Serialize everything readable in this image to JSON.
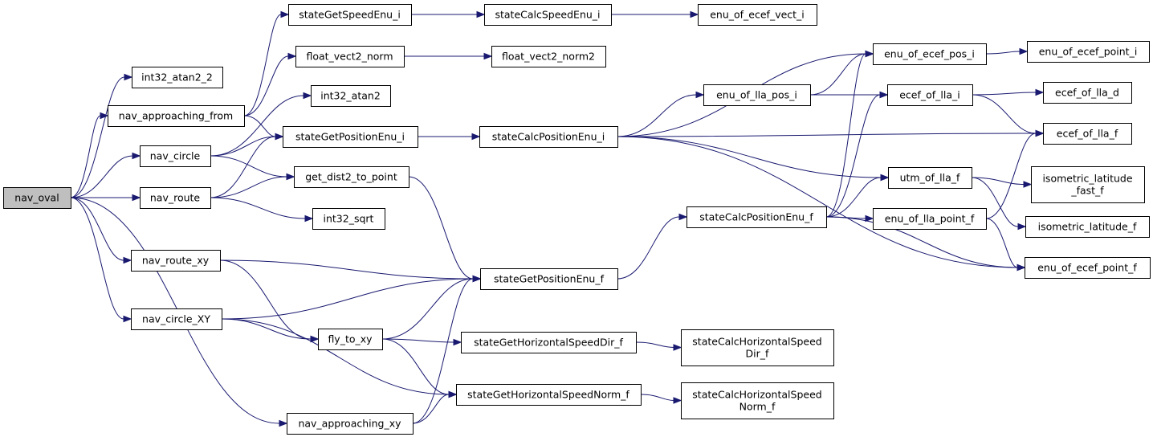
{
  "diagram": {
    "root": "nav_oval",
    "nodes": [
      {
        "id": "nav_oval",
        "lines": [
          "nav_oval"
        ]
      },
      {
        "id": "int32_atan2_2",
        "lines": [
          "int32_atan2_2"
        ]
      },
      {
        "id": "nav_approaching_from",
        "lines": [
          "nav_approaching_from"
        ]
      },
      {
        "id": "nav_circle",
        "lines": [
          "nav_circle"
        ]
      },
      {
        "id": "nav_route",
        "lines": [
          "nav_route"
        ]
      },
      {
        "id": "nav_route_xy",
        "lines": [
          "nav_route_xy"
        ]
      },
      {
        "id": "nav_circle_XY",
        "lines": [
          "nav_circle_XY"
        ]
      },
      {
        "id": "nav_approaching_xy",
        "lines": [
          "nav_approaching_xy"
        ]
      },
      {
        "id": "stateGetSpeedEnu_i",
        "lines": [
          "stateGetSpeedEnu_i"
        ]
      },
      {
        "id": "float_vect2_norm",
        "lines": [
          "float_vect2_norm"
        ]
      },
      {
        "id": "int32_atan2",
        "lines": [
          "int32_atan2"
        ]
      },
      {
        "id": "stateGetPositionEnu_i",
        "lines": [
          "stateGetPositionEnu_i"
        ]
      },
      {
        "id": "get_dist2_to_point",
        "lines": [
          "get_dist2_to_point"
        ]
      },
      {
        "id": "int32_sqrt",
        "lines": [
          "int32_sqrt"
        ]
      },
      {
        "id": "fly_to_xy",
        "lines": [
          "fly_to_xy"
        ]
      },
      {
        "id": "stateCalcSpeedEnu_i",
        "lines": [
          "stateCalcSpeedEnu_i"
        ]
      },
      {
        "id": "float_vect2_norm2",
        "lines": [
          "float_vect2_norm2"
        ]
      },
      {
        "id": "stateCalcPositionEnu_i",
        "lines": [
          "stateCalcPositionEnu_i"
        ]
      },
      {
        "id": "stateGetPositionEnu_f",
        "lines": [
          "stateGetPositionEnu_f"
        ]
      },
      {
        "id": "stateGetHorizontalSpeedDir_f",
        "lines": [
          "stateGetHorizontalSpeedDir_f"
        ]
      },
      {
        "id": "stateGetHorizontalSpeedNorm_f",
        "lines": [
          "stateGetHorizontalSpeedNorm_f"
        ]
      },
      {
        "id": "enu_of_ecef_vect_i",
        "lines": [
          "enu_of_ecef_vect_i"
        ]
      },
      {
        "id": "enu_of_lla_pos_i",
        "lines": [
          "enu_of_lla_pos_i"
        ]
      },
      {
        "id": "stateCalcPositionEnu_f",
        "lines": [
          "stateCalcPositionEnu_f"
        ]
      },
      {
        "id": "stateCalcHorizontalSpeedDir_f",
        "lines": [
          "stateCalcHorizontalSpeed",
          "Dir_f"
        ]
      },
      {
        "id": "stateCalcHorizontalSpeedNorm_f",
        "lines": [
          "stateCalcHorizontalSpeed",
          "Norm_f"
        ]
      },
      {
        "id": "enu_of_ecef_pos_i",
        "lines": [
          "enu_of_ecef_pos_i"
        ]
      },
      {
        "id": "ecef_of_lla_i",
        "lines": [
          "ecef_of_lla_i"
        ]
      },
      {
        "id": "utm_of_lla_f",
        "lines": [
          "utm_of_lla_f"
        ]
      },
      {
        "id": "enu_of_lla_point_f",
        "lines": [
          "enu_of_lla_point_f"
        ]
      },
      {
        "id": "enu_of_ecef_point_i",
        "lines": [
          "enu_of_ecef_point_i"
        ]
      },
      {
        "id": "ecef_of_lla_d",
        "lines": [
          "ecef_of_lla_d"
        ]
      },
      {
        "id": "ecef_of_lla_f",
        "lines": [
          "ecef_of_lla_f"
        ]
      },
      {
        "id": "isometric_latitude_fast_f",
        "lines": [
          "isometric_latitude",
          "_fast_f"
        ]
      },
      {
        "id": "isometric_latitude_f",
        "lines": [
          "isometric_latitude_f"
        ]
      },
      {
        "id": "enu_of_ecef_point_f",
        "lines": [
          "enu_of_ecef_point_f"
        ]
      }
    ],
    "edges": [
      [
        "nav_oval",
        "int32_atan2_2"
      ],
      [
        "nav_oval",
        "nav_approaching_from"
      ],
      [
        "nav_oval",
        "nav_circle"
      ],
      [
        "nav_oval",
        "nav_route"
      ],
      [
        "nav_oval",
        "nav_route_xy"
      ],
      [
        "nav_oval",
        "nav_circle_XY"
      ],
      [
        "nav_oval",
        "nav_approaching_xy"
      ],
      [
        "nav_approaching_from",
        "stateGetSpeedEnu_i"
      ],
      [
        "nav_approaching_from",
        "float_vect2_norm"
      ],
      [
        "nav_approaching_from",
        "stateGetPositionEnu_i"
      ],
      [
        "nav_circle",
        "int32_atan2"
      ],
      [
        "nav_circle",
        "stateGetPositionEnu_i"
      ],
      [
        "nav_circle",
        "get_dist2_to_point"
      ],
      [
        "nav_route",
        "stateGetPositionEnu_i"
      ],
      [
        "nav_route",
        "get_dist2_to_point"
      ],
      [
        "nav_route",
        "int32_sqrt"
      ],
      [
        "nav_route_xy",
        "stateGetPositionEnu_f"
      ],
      [
        "nav_route_xy",
        "fly_to_xy"
      ],
      [
        "nav_circle_XY",
        "stateGetPositionEnu_f"
      ],
      [
        "nav_circle_XY",
        "fly_to_xy"
      ],
      [
        "nav_circle_XY",
        "stateGetHorizontalSpeedNorm_f"
      ],
      [
        "nav_approaching_xy",
        "stateGetPositionEnu_f"
      ],
      [
        "nav_approaching_xy",
        "stateGetHorizontalSpeedNorm_f"
      ],
      [
        "stateGetSpeedEnu_i",
        "stateCalcSpeedEnu_i"
      ],
      [
        "stateCalcSpeedEnu_i",
        "enu_of_ecef_vect_i"
      ],
      [
        "float_vect2_norm",
        "float_vect2_norm2"
      ],
      [
        "stateGetPositionEnu_i",
        "stateCalcPositionEnu_i"
      ],
      [
        "get_dist2_to_point",
        "stateGetPositionEnu_f"
      ],
      [
        "fly_to_xy",
        "stateGetPositionEnu_f"
      ],
      [
        "fly_to_xy",
        "stateGetHorizontalSpeedDir_f"
      ],
      [
        "fly_to_xy",
        "stateGetHorizontalSpeedNorm_f"
      ],
      [
        "stateGetHorizontalSpeedDir_f",
        "stateCalcHorizontalSpeedDir_f"
      ],
      [
        "stateGetHorizontalSpeedNorm_f",
        "stateCalcHorizontalSpeedNorm_f"
      ],
      [
        "stateGetPositionEnu_f",
        "stateCalcPositionEnu_f"
      ],
      [
        "stateCalcPositionEnu_i",
        "enu_of_ecef_pos_i"
      ],
      [
        "stateCalcPositionEnu_i",
        "enu_of_lla_pos_i"
      ],
      [
        "stateCalcPositionEnu_i",
        "ecef_of_lla_f"
      ],
      [
        "stateCalcPositionEnu_i",
        "utm_of_lla_f"
      ],
      [
        "stateCalcPositionEnu_i",
        "enu_of_ecef_point_f"
      ],
      [
        "enu_of_lla_pos_i",
        "enu_of_ecef_pos_i"
      ],
      [
        "enu_of_lla_pos_i",
        "ecef_of_lla_i"
      ],
      [
        "stateCalcPositionEnu_f",
        "enu_of_ecef_pos_i"
      ],
      [
        "stateCalcPositionEnu_f",
        "ecef_of_lla_i"
      ],
      [
        "stateCalcPositionEnu_f",
        "utm_of_lla_f"
      ],
      [
        "stateCalcPositionEnu_f",
        "enu_of_lla_point_f"
      ],
      [
        "stateCalcPositionEnu_f",
        "enu_of_ecef_point_f"
      ],
      [
        "enu_of_ecef_pos_i",
        "enu_of_ecef_point_i"
      ],
      [
        "ecef_of_lla_i",
        "ecef_of_lla_d"
      ],
      [
        "ecef_of_lla_i",
        "ecef_of_lla_f"
      ],
      [
        "utm_of_lla_f",
        "isometric_latitude_fast_f"
      ],
      [
        "utm_of_lla_f",
        "isometric_latitude_f"
      ],
      [
        "enu_of_lla_point_f",
        "ecef_of_lla_f"
      ],
      [
        "enu_of_lla_point_f",
        "enu_of_ecef_point_f"
      ]
    ]
  }
}
